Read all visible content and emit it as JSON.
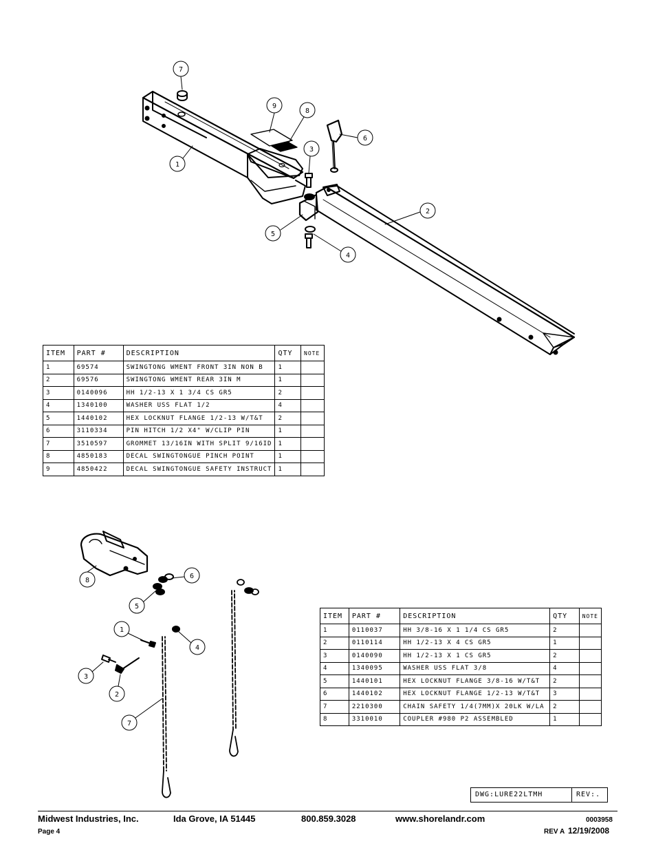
{
  "callouts_top": [
    "7",
    "9",
    "8",
    "6",
    "3",
    "1",
    "2",
    "5",
    "4"
  ],
  "callouts_bottom": [
    "8",
    "6",
    "5",
    "1",
    "4",
    "3",
    "2",
    "7"
  ],
  "bom1": {
    "headers": [
      "ITEM",
      "PART #",
      "DESCRIPTION",
      "QTY",
      "NOTE"
    ],
    "rows": [
      [
        "1",
        "69574",
        "SWINGTONG WMENT FRONT 3IN NON B",
        "1",
        ""
      ],
      [
        "2",
        "69576",
        "SWINGTONG WMENT REAR 3IN M",
        "1",
        ""
      ],
      [
        "3",
        "0140096",
        "HH 1/2-13 X 1 3/4 CS GR5",
        "2",
        ""
      ],
      [
        "4",
        "1340100",
        "WASHER USS FLAT 1/2",
        "4",
        ""
      ],
      [
        "5",
        "1440102",
        "HEX LOCKNUT FLANGE 1/2-13 W/T&T",
        "2",
        ""
      ],
      [
        "6",
        "3110334",
        "PIN HITCH 1/2 X4\" W/CLIP PIN",
        "1",
        ""
      ],
      [
        "7",
        "3510597",
        "GROMMET 13/16IN  WITH SPLIT 9/16ID",
        "1",
        ""
      ],
      [
        "8",
        "4850183",
        "DECAL SWINGTONGUE PINCH POINT",
        "1",
        ""
      ],
      [
        "9",
        "4850422",
        "DECAL SWINGTONGUE SAFETY INSTRUCT",
        "1",
        ""
      ]
    ]
  },
  "bom2": {
    "headers": [
      "ITEM",
      "PART #",
      "DESCRIPTION",
      "QTY",
      "NOTE"
    ],
    "rows": [
      [
        "1",
        "0110037",
        "HH 3/8-16 X 1 1/4 CS GR5",
        "2",
        ""
      ],
      [
        "2",
        "0110114",
        "HH 1/2-13 X 4 CS GR5",
        "1",
        ""
      ],
      [
        "3",
        "0140090",
        "HH 1/2-13 X 1 CS GR5",
        "2",
        ""
      ],
      [
        "4",
        "1340095",
        "WASHER USS FLAT 3/8",
        "4",
        ""
      ],
      [
        "5",
        "1440101",
        "HEX LOCKNUT FLANGE 3/8-16 W/T&T",
        "2",
        ""
      ],
      [
        "6",
        "1440102",
        "HEX LOCKNUT FLANGE 1/2-13 W/T&T",
        "3",
        ""
      ],
      [
        "7",
        "2210300",
        "CHAIN SAFETY 1/4(7MM)X 20LK W/LA",
        "2",
        ""
      ],
      [
        "8",
        "3310010",
        "COUPLER #980 P2 ASSEMBLED",
        "1",
        ""
      ]
    ]
  },
  "title_block": {
    "dwg": "DWG:LURE22LTMH",
    "rev": "REV:."
  },
  "footer": {
    "company": "Midwest Industries, Inc.",
    "city": "Ida Grove, IA  51445",
    "phone": "800.859.3028",
    "website": "www.shorelandr.com",
    "doc_number": "0003958",
    "page": "Page 4",
    "rev_label": "REV A",
    "date": "12/19/2008"
  }
}
